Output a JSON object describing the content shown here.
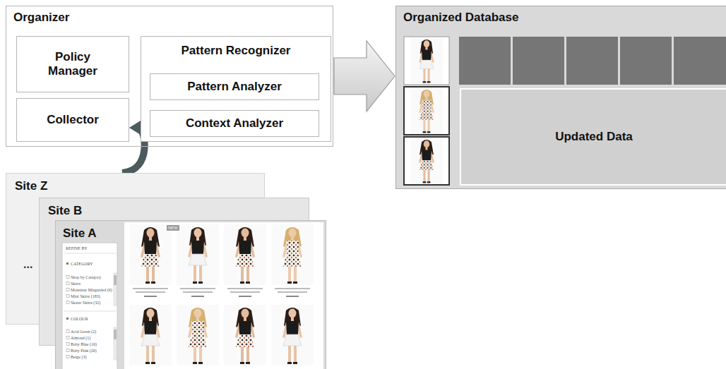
{
  "diagram": {
    "nodes": [
      {
        "text": [
          "Organizer"
        ]
      },
      {
        "text": [
          "Policy Manager"
        ],
        "in": 0
      },
      {
        "text": [
          "Collector"
        ],
        "in": 0
      },
      {
        "text": [
          "Pattern Recognizer"
        ],
        "in": 0
      },
      {
        "text": [
          "Pattern Analyzer"
        ],
        "in": 3
      },
      {
        "text": [
          "Context Analyzer"
        ],
        "in": 3
      },
      {
        "text": [
          "Organized Database"
        ]
      },
      {
        "text": [
          "Updated Data"
        ],
        "in": 6
      },
      {
        "text": [
          "Site Z"
        ]
      },
      {
        "text": [
          "Site B"
        ]
      },
      {
        "text": [
          "Site A"
        ]
      }
    ],
    "edges": [
      {
        "from": 0,
        "to": 6,
        "arrow": "to"
      },
      {
        "from": 8,
        "to": 2,
        "arrow": "to"
      }
    ],
    "labels": [
      "...",
      "REFINE BY",
      "CATEGORY",
      "Shop by Category",
      "Skirts",
      "Monsieur Misguided (6)",
      "Mini Skirts (183)",
      "Skater Skirts (32)",
      "COLOUR",
      "Acid Green (2)",
      "Almond (1)",
      "Baby Blue (16)",
      "Baby Pink (20)",
      "Beige (3)",
      "NEW"
    ]
  }
}
